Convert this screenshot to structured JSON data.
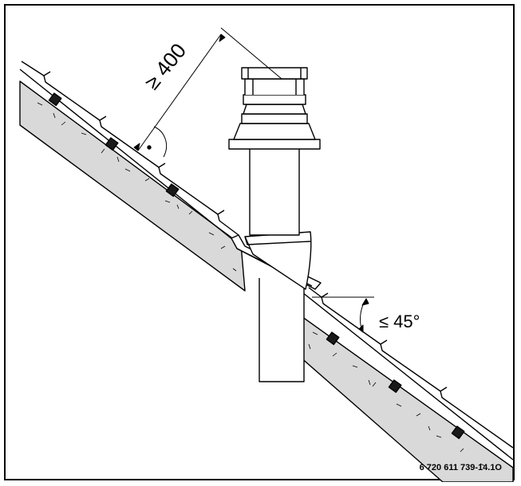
{
  "dimension": {
    "min_distance": "≥ 400",
    "max_angle": "≤ 45°"
  },
  "drawing_number": "6 720 611 739-14.1O",
  "colors": {
    "line": "#000000",
    "roof_fill": "#d9d9d9",
    "batten": "#1a1a1a",
    "background": "#ffffff"
  }
}
